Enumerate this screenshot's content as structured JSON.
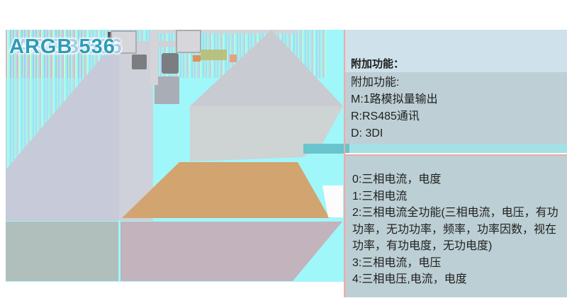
{
  "title": {
    "main": "ARGB 536",
    "ghost": "ARGB 536"
  },
  "annotation_top": {
    "header": "附加功能：",
    "lines": [
      "附加功能:",
      "M:1路模拟量输出",
      "R:RS485通讯",
      "D: 3DI"
    ]
  },
  "annotation_bottom": {
    "items": [
      "0:三相电流，电度",
      "1:三相电流",
      "2:三相电流全功能(三相电流，电压，有功功率，无功功率，频率，功率因数，视在功率，有功电度，无功电度)",
      "3:三相电流，电压",
      "4:三相电压,电流，电度"
    ]
  },
  "colors": {
    "canvas_cyan": "#9ff7fa",
    "panel_header_bg": "#cfe1ea",
    "panel_body_bg": "#bed0d6",
    "panel_bottom_bg": "#bccfd4",
    "teal_band": "#a3e1e5",
    "teal_band_dark": "#6ac4cd",
    "pink_border": "#f2a8a4",
    "blue_marker": "#7fb2e8",
    "lavender": "#c7cad8",
    "gray_column": "#ced1d9",
    "arrow_gray_upper": "#c8cbd2",
    "arrow_gray_lower": "#ced3d4",
    "tan": "#d2a46f",
    "mauve": "#c2b3bc",
    "green_gray": "#b0bfbb",
    "square_fill": "#d6d6db",
    "square_border": "#ababb2",
    "blob_gray": "#7c7d81",
    "top_strip": "#d3d4da",
    "title_teal": "#2e9cb8",
    "title_ghost": "#a5cce8"
  }
}
